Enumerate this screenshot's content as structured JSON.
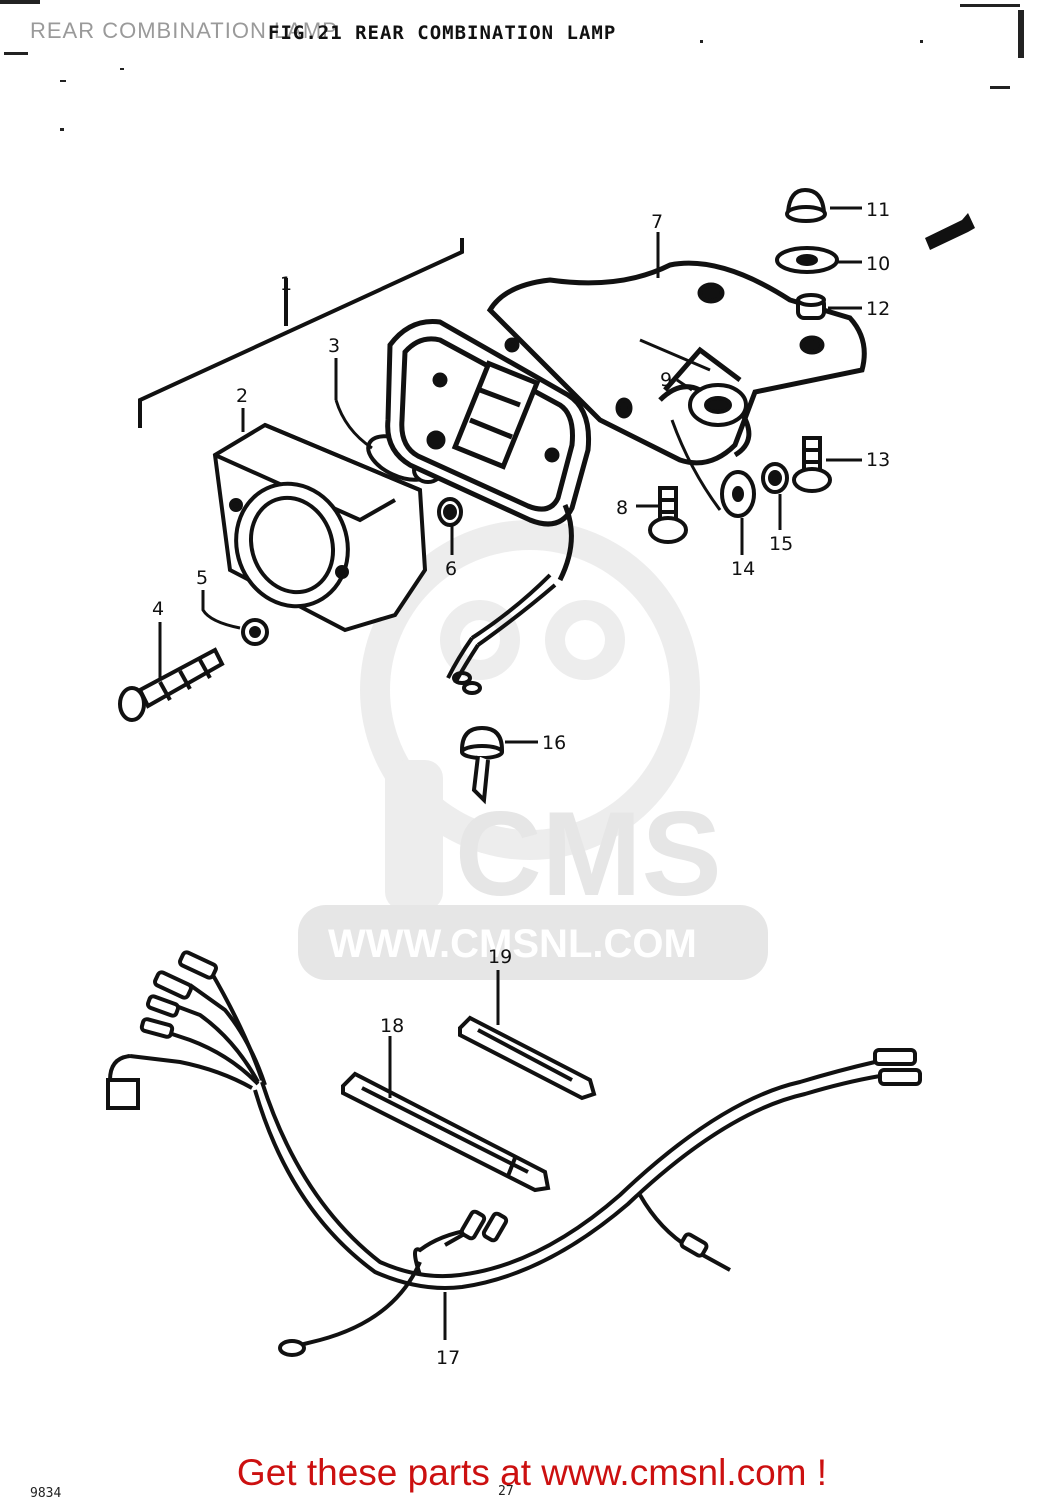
{
  "header": {
    "overlay_title": "REAR COMBINATION LAMP",
    "figure_title": "FIG.21 REAR COMBINATION LAMP"
  },
  "watermark": {
    "brand": "CMS",
    "url": "WWW.CMSNL.COM"
  },
  "callouts": {
    "c1": "1",
    "c2": "2",
    "c3": "3",
    "c4": "4",
    "c5": "5",
    "c6": "6",
    "c7": "7",
    "c8": "8",
    "c9": "9",
    "c10": "10",
    "c11": "11",
    "c12": "12",
    "c13": "13",
    "c14": "14",
    "c15": "15",
    "c16": "16",
    "c17": "17",
    "c18": "18",
    "c19": "19"
  },
  "footer": {
    "link_text": "Get these parts at www.cmsnl.com !",
    "corner_left": "9834",
    "corner_mid": "27"
  },
  "colors": {
    "ink": "#111111",
    "watermark": "#e6e6e6",
    "footer_link": "#cc1010"
  }
}
